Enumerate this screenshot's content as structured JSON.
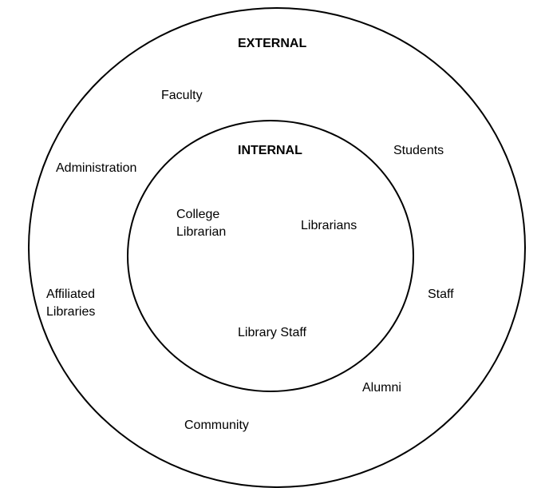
{
  "colors": {
    "stroke": "#000000",
    "text": "#000000",
    "background": "#ffffff"
  },
  "external": {
    "heading": "EXTERNAL",
    "stakeholders": {
      "faculty": "Faculty",
      "students": "Students",
      "administration": "Administration",
      "affiliated_libraries": [
        "Affiliated",
        "Libraries"
      ],
      "staff": "Staff",
      "alumni": "Alumni",
      "community": "Community"
    }
  },
  "internal": {
    "heading": "INTERNAL",
    "stakeholders": {
      "college_librarian": [
        "College",
        "Librarian"
      ],
      "librarians": "Librarians",
      "library_staff": "Library Staff"
    }
  }
}
